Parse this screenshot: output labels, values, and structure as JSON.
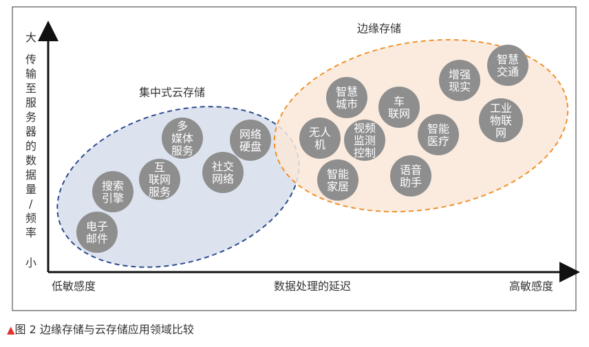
{
  "y_axis": {
    "high": "大",
    "label": "传输至服务器的数据量/频率",
    "low": "小"
  },
  "x_axis": {
    "left": "低敏感度",
    "label": "数据处理的延迟",
    "right": "高敏感度"
  },
  "regions": {
    "cloud": {
      "title": "集中式云存储",
      "border_color": "#2b4a8c",
      "fill_color": "#dde3ee"
    },
    "edge": {
      "title": "边缘存储",
      "border_color": "#f0902a",
      "fill_color": "#f9e8d8"
    }
  },
  "bubbles": [
    {
      "lines": [
        "电子",
        "邮件"
      ]
    },
    {
      "lines": [
        "搜索",
        "引擎"
      ]
    },
    {
      "lines": [
        "互",
        "联网",
        "服务"
      ]
    },
    {
      "lines": [
        "多",
        "媒体",
        "服务"
      ]
    },
    {
      "lines": [
        "社交",
        "网络"
      ]
    },
    {
      "lines": [
        "网络",
        "硬盘"
      ]
    },
    {
      "lines": [
        "无人",
        "机"
      ]
    },
    {
      "lines": [
        "智能",
        "家居"
      ]
    },
    {
      "lines": [
        "视频",
        "监测",
        "控制"
      ]
    },
    {
      "lines": [
        "智慧",
        "城市"
      ]
    },
    {
      "lines": [
        "车",
        "联网"
      ]
    },
    {
      "lines": [
        "语音",
        "助手"
      ]
    },
    {
      "lines": [
        "智能",
        "医疗"
      ]
    },
    {
      "lines": [
        "增强",
        "现实"
      ]
    },
    {
      "lines": [
        "智慧",
        "交通"
      ]
    },
    {
      "lines": [
        "工业",
        "物联",
        "网"
      ]
    }
  ],
  "caption": {
    "marker": "▲",
    "text": "图 2  边缘存储与云存储应用领域比较"
  },
  "colors": {
    "bubble": "#8e8e8e",
    "frame": "#555555",
    "axis": "#111111",
    "caption_marker": "#e0312d"
  }
}
